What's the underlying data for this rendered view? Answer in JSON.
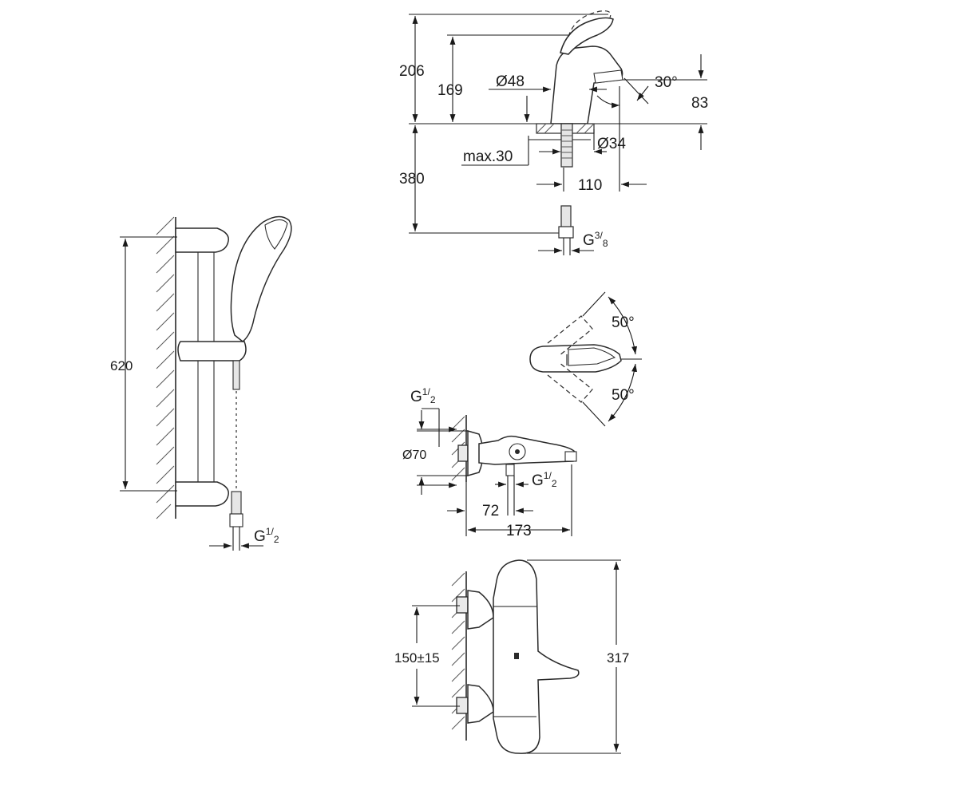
{
  "basin_mixer": {
    "dims": {
      "h_total": "206",
      "h_spout": "169",
      "d_body": "Ø48",
      "angle": "30°",
      "h_outlet": "83",
      "d_hole": "Ø34",
      "max_deck": "max.30",
      "depth_below": "380",
      "reach": "110",
      "conn_g": "G",
      "conn_num": "3",
      "conn_den": "8"
    }
  },
  "shower_rail": {
    "dims": {
      "height": "620",
      "conn_g": "G",
      "conn_num": "1",
      "conn_den": "2"
    }
  },
  "handle_rotation": {
    "dims": {
      "angle_up": "50°",
      "angle_down": "50°"
    }
  },
  "bath_mixer": {
    "dims": {
      "top_g": "G",
      "top_num": "1",
      "top_den": "2",
      "d_rosette": "Ø70",
      "out_g": "G",
      "out_num": "1",
      "out_den": "2",
      "outlet_offset": "72",
      "projection": "173"
    }
  },
  "thermostat": {
    "dims": {
      "centres": "150±15",
      "height": "317"
    }
  }
}
